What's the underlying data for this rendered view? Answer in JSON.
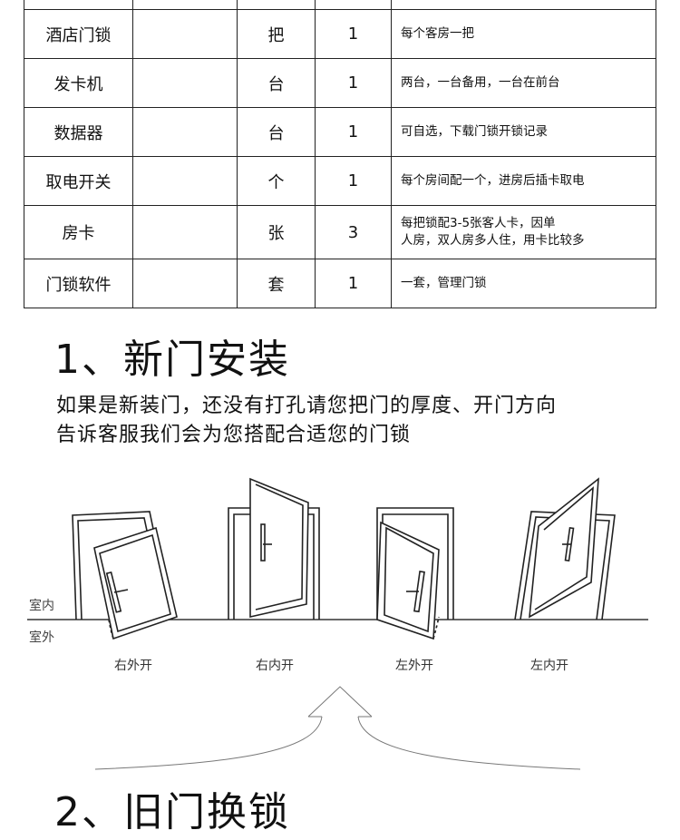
{
  "table": {
    "rows": [
      {
        "name": "酒店门锁",
        "model": "",
        "unit": "把",
        "qty": "1",
        "note_lines": [
          "每个客房一把"
        ]
      },
      {
        "name": "发卡机",
        "model": "",
        "unit": "台",
        "qty": "1",
        "note_lines": [
          "两台，一台备用，一台在前台"
        ]
      },
      {
        "name": "数据器",
        "model": "",
        "unit": "台",
        "qty": "1",
        "note_lines": [
          "可自选，下载门锁开锁记录"
        ]
      },
      {
        "name": "取电开关",
        "model": "",
        "unit": "个",
        "qty": "1",
        "note_lines": [
          "每个房间配一个，进房后插卡取电"
        ]
      },
      {
        "name": "房卡",
        "model": "",
        "unit": "张",
        "qty": "3",
        "note_lines": [
          "每把锁配3-5张客人卡，因单",
          "人房，双人房多人住，用卡比较多"
        ]
      },
      {
        "name": "门锁软件",
        "model": "",
        "unit": "套",
        "qty": "1",
        "note_lines": [
          "一套，管理门锁"
        ]
      }
    ]
  },
  "section1": {
    "title": "1、新门安装",
    "text_line1": "如果是新装门，还没有打孔请您把门的厚度、开门方向",
    "text_line2": "告诉客服我们会为您搭配合适您的门锁"
  },
  "diagram": {
    "indoor_label": "室内",
    "outdoor_label": "室外",
    "door_labels": [
      "右外开",
      "右内开",
      "左外开",
      "左内开"
    ]
  },
  "section2": {
    "title": "2、旧门换锁"
  }
}
